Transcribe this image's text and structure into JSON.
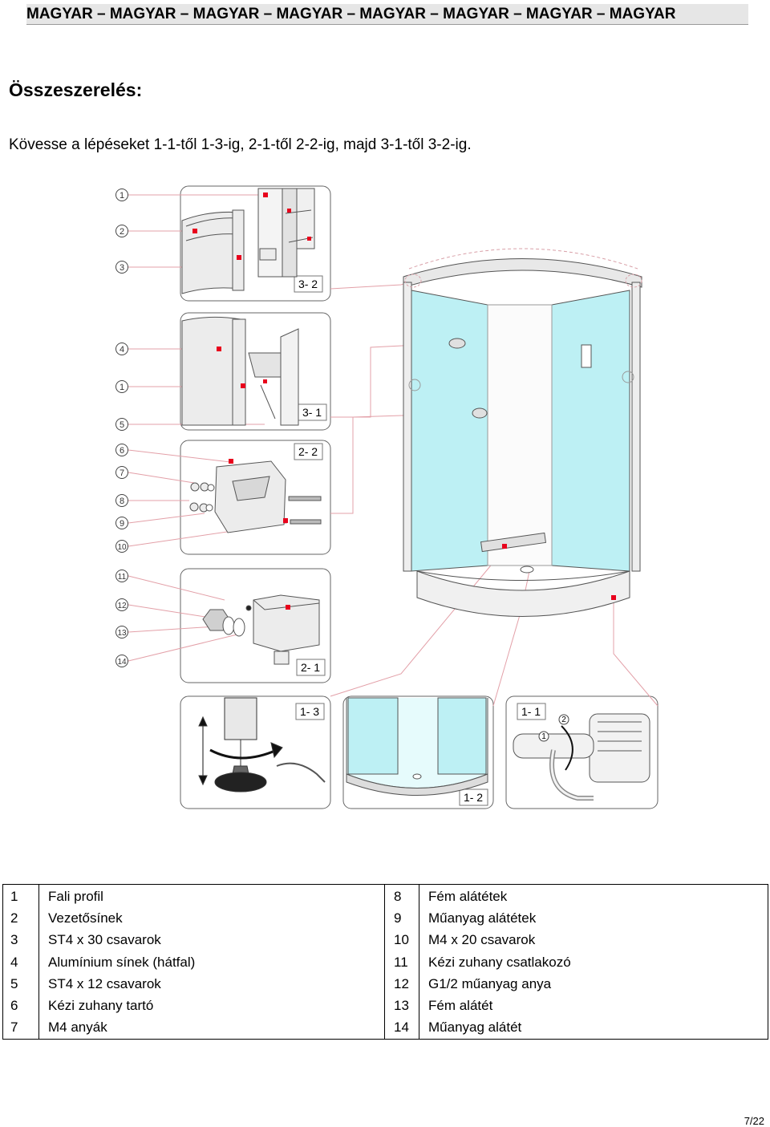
{
  "header": {
    "text": "MAGYAR – MAGYAR – MAGYAR – MAGYAR – MAGYAR – MAGYAR – MAGYAR – MAGYAR"
  },
  "section_title": "Összeszerelés:",
  "instruction": "Kövesse a lépéseket 1-1-től 1-3-ig, 2-1-től 2-2-ig, majd 3-1-től 3-2-ig.",
  "figure": {
    "part_markers": [
      "1",
      "2",
      "3",
      "4",
      "1",
      "5",
      "6",
      "7",
      "8",
      "9",
      "10",
      "11",
      "12",
      "13",
      "14"
    ],
    "step_labels": [
      "3- 2",
      "3- 1",
      "2- 2",
      "2- 1",
      "1- 3",
      "1- 1",
      "1- 2"
    ],
    "detail_markers": [
      "2",
      "1"
    ],
    "colors": {
      "glass": "#bdf0f4",
      "marker": "#e8001c",
      "outline": "#555555",
      "leader": "#e3a0a8"
    }
  },
  "legend": {
    "rows": [
      {
        "n1": "1",
        "p1": "Fali profil",
        "n2": "8",
        "p2": "Fém alátétek"
      },
      {
        "n1": "2",
        "p1": "Vezetősínek",
        "n2": "9",
        "p2": "Műanyag alátétek"
      },
      {
        "n1": "3",
        "p1": "ST4 x 30 csavarok",
        "n2": "10",
        "p2": "M4 x 20 csavarok"
      },
      {
        "n1": "4",
        "p1": "Alumínium sínek (hátfal)",
        "n2": "11",
        "p2": "Kézi zuhany csatlakozó"
      },
      {
        "n1": "5",
        "p1": "ST4 x 12 csavarok",
        "n2": "12",
        "p2": "G1/2 műanyag anya"
      },
      {
        "n1": "6",
        "p1": "Kézi zuhany tartó",
        "n2": "13",
        "p2": "Fém alátét"
      },
      {
        "n1": "7",
        "p1": "M4 anyák",
        "n2": "14",
        "p2": "Műanyag alátét"
      }
    ]
  },
  "page_number": "7/22"
}
